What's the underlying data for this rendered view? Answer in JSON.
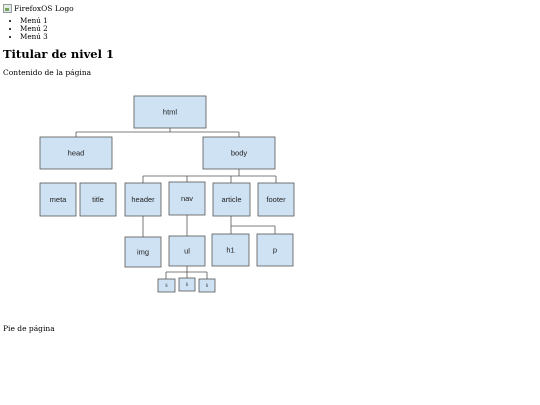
{
  "header": {
    "logo_alt": "FirefoxOS Logo"
  },
  "nav": {
    "items": [
      {
        "label": "Menú 1"
      },
      {
        "label": "Menú 2"
      },
      {
        "label": "Menú 3"
      }
    ]
  },
  "main": {
    "heading": "Titular de nivel 1",
    "paragraph": "Contenido de la página"
  },
  "footer": {
    "text": "Pie de página"
  },
  "diagram": {
    "colors": {
      "node_fill": "#cfe2f3",
      "node_stroke": "#555555",
      "line": "#555555"
    },
    "nodes": {
      "html": "html",
      "head": "head",
      "body": "body",
      "meta": "meta",
      "title": "title",
      "header": "header",
      "nav": "nav",
      "article": "article",
      "footer": "footer",
      "img": "img",
      "ul": "ul",
      "h1": "h1",
      "p": "p",
      "li1": "li",
      "li2": "li",
      "li3": "li"
    }
  }
}
